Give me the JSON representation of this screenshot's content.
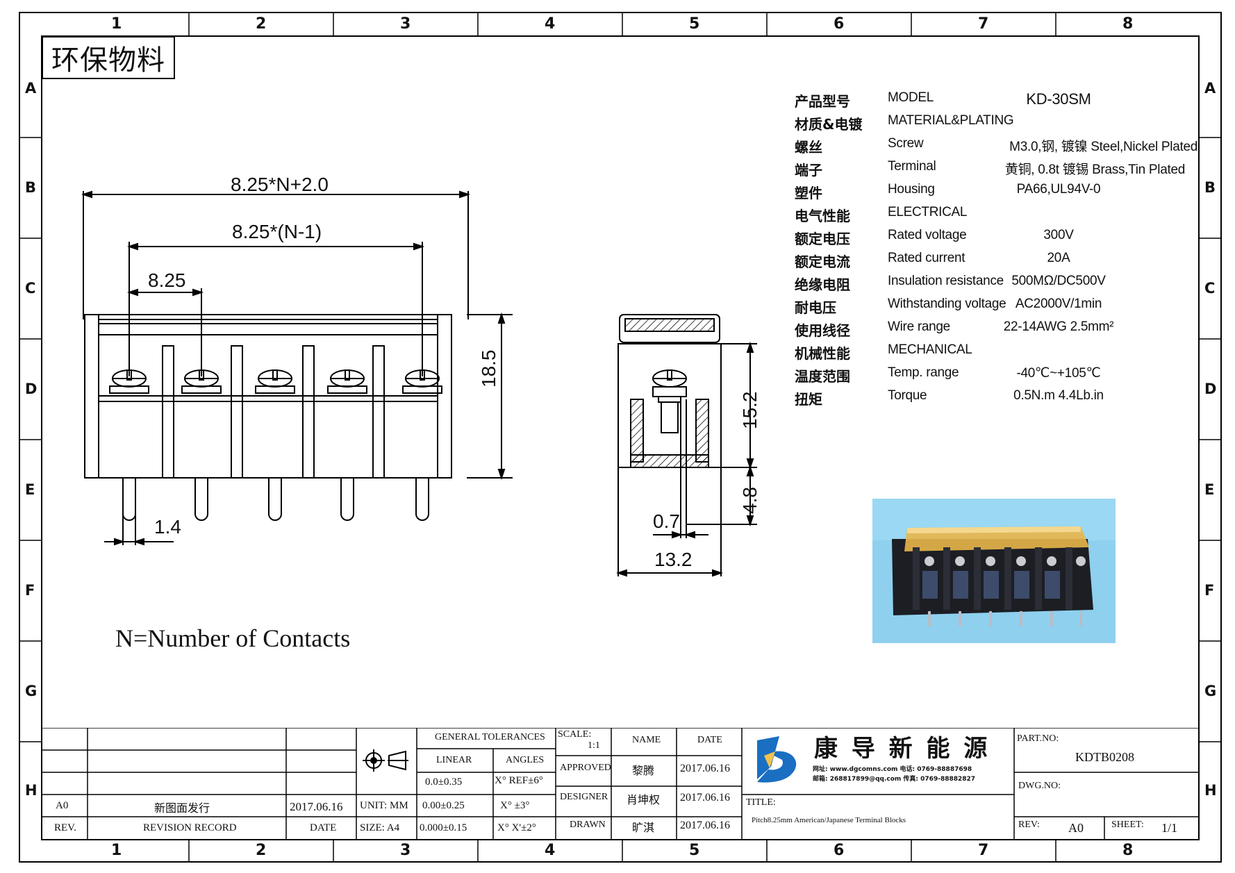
{
  "border": {
    "columns": [
      "1",
      "2",
      "3",
      "4",
      "5",
      "6",
      "7",
      "8"
    ],
    "rows": [
      "A",
      "B",
      "C",
      "D",
      "E",
      "F",
      "G",
      "H"
    ]
  },
  "stamp": "环保物料",
  "specs": {
    "model": {
      "cn": "产品型号",
      "en": "MODEL",
      "value": "KD-30SM"
    },
    "material": {
      "cn": "材质&电镀",
      "en": "MATERIAL&PLATING",
      "value": ""
    },
    "screw": {
      "cn": "螺丝",
      "en": "Screw",
      "value": "M3.0,钢, 镀镍 Steel,Nickel Plated"
    },
    "terminal": {
      "cn": "端子",
      "en": "Terminal",
      "value": "黄铜, 0.8t 镀锡 Brass,Tin Plated"
    },
    "housing": {
      "cn": "塑件",
      "en": "Housing",
      "value": "PA66,UL94V-0"
    },
    "electrical": {
      "cn": "电气性能",
      "en": "ELECTRICAL",
      "value": ""
    },
    "rated_voltage": {
      "cn": "额定电压",
      "en": "Rated voltage",
      "value": "300V"
    },
    "rated_current": {
      "cn": "额定电流",
      "en": "Rated current",
      "value": "20A"
    },
    "insulation": {
      "cn": "绝缘电阻",
      "en": "Insulation resistance",
      "value": "500MΩ/DC500V"
    },
    "withstanding": {
      "cn": "耐电压",
      "en": "Withstanding voltage",
      "value": "AC2000V/1min"
    },
    "wire_range": {
      "cn": "使用线径",
      "en": "Wire range",
      "value": "22-14AWG 2.5mm²"
    },
    "mechanical": {
      "cn": "机械性能",
      "en": "MECHANICAL",
      "value": ""
    },
    "temp_range": {
      "cn": "温度范围",
      "en": "Temp. range",
      "value": "-40℃~+105℃"
    },
    "torque": {
      "cn": "扭矩",
      "en": "Torque",
      "value": "0.5N.m  4.4Lb.in"
    }
  },
  "dims": {
    "overall": "8.25*N+2.0",
    "inner": "8.25*(N-1)",
    "pitch": "8.25",
    "pin_width": "1.4",
    "height": "18.5",
    "side_height": "15.2",
    "pin_length": "4.8",
    "pin_thickness": "0.7",
    "side_width": "13.2"
  },
  "note": "N=Number of Contacts",
  "title_block": {
    "rev_a0": "A0",
    "revision_desc": "新图面发行",
    "revision_date": "2017.06.16",
    "rev_header": "REV.",
    "revision_record_header": "REVISION RECORD",
    "date_header": "DATE",
    "unit": "UNIT: MM",
    "size": "SIZE: A4",
    "general_tolerances": "GENERAL TOLERANCES",
    "linear": "LINEAR",
    "angles": "ANGLES",
    "tol_lin_1": "0.0±0.35",
    "tol_lin_2": "0.00±0.25",
    "tol_lin_3": "0.000±0.15",
    "tol_ang_1": "X° REF±6°",
    "tol_ang_2": "X° ±3°",
    "tol_ang_3": "X° X'±2°",
    "scale_label": "SCALE:",
    "scale_value": "1:1",
    "name_header": "NAME",
    "date_col_header": "DATE",
    "approved": "APPROVED",
    "approved_name": "黎腾",
    "approved_date": "2017.06.16",
    "designer": "DESIGNER",
    "designer_name": "肖坤权",
    "designer_date": "2017.06.16",
    "drawn": "DRAWN",
    "drawn_name": "旷淇",
    "drawn_date": "2017.06.16",
    "company_name": "康 导 新 能 源",
    "company_contact_1": "网址: www.dgcomns.com  电话: 0769-88887698",
    "company_contact_2": "邮箱: 268817899@qq.com 传真: 0769-88882827",
    "title_label": "TITLE:",
    "title_value": "Pitch8.25mm American/Japanese Terminal Blocks",
    "part_no_label": "PART.NO:",
    "part_no_value": "KDTB0208",
    "dwg_no_label": "DWG.NO:",
    "rev_label": "REV:",
    "rev_value": "A0",
    "sheet_label": "SHEET:",
    "sheet_value": "1/1"
  },
  "colors": {
    "photo_bg": "#8fd0ef",
    "housing": "#1c1e24",
    "cover": "#e9b64a"
  }
}
